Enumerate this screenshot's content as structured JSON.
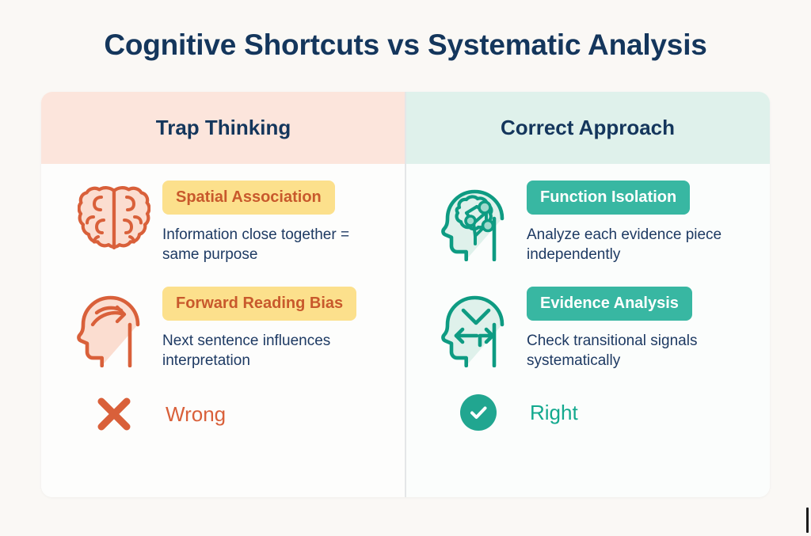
{
  "title": "Cognitive Shortcuts vs Systematic Analysis",
  "colors": {
    "page_background": "#FAF8F5",
    "title_text": "#14365C",
    "card_background": "#FFFFFF",
    "left_header_background": "#FCE5DC",
    "right_header_background": "#DFF1EB",
    "badge_yellow": "#FCE08C",
    "badge_yellow_text": "#C8592C",
    "badge_teal": "#38B7A2",
    "badge_teal_text": "#FFFFFF",
    "body_text": "#1E3A63",
    "accent_orange": "#D9603A",
    "accent_teal": "#13A98E",
    "divider": "#E4E6E8"
  },
  "columns": {
    "left": {
      "header": "Trap Thinking",
      "items": [
        {
          "icon": "brain-icon",
          "badge": "Spatial Association",
          "description": "Information close together = same purpose"
        },
        {
          "icon": "head-forward-arrow-icon",
          "badge": "Forward Reading Bias",
          "description": "Next sentence influences interpretation"
        }
      ],
      "verdict": {
        "icon": "x-mark-icon",
        "label": "Wrong"
      }
    },
    "right": {
      "header": "Correct Approach",
      "items": [
        {
          "icon": "head-neural-network-icon",
          "badge": "Function Isolation",
          "description": "Analyze each evidence piece independently"
        },
        {
          "icon": "head-check-arrows-icon",
          "badge": "Evidence Analysis",
          "description": "Check transitional signals systematically"
        }
      ],
      "verdict": {
        "icon": "check-circle-icon",
        "label": "Right"
      }
    }
  }
}
